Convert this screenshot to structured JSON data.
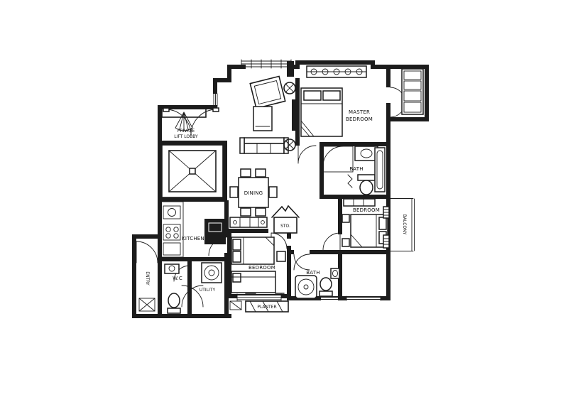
{
  "canvas": {
    "background": "#ffffff",
    "ink": "#1c1c1c"
  },
  "labels": {
    "lift_lobby_line1": "PRIVATE",
    "lift_lobby_line2": "LIFT LOBBY",
    "master_line1": "MASTER",
    "master_line2": "BEDROOM",
    "master_bath": "BATH",
    "bedroom_right": "BEDROOM",
    "bedroom_bottom": "BEDROOM",
    "bath_bottom": "BATH",
    "kitchen": "KITCHEN",
    "dining": "DINING",
    "wc": "W.C",
    "utility": "UTILITY",
    "entry": "ENTRY",
    "balcony": "BALCONY",
    "planter": "PLANTER",
    "storage": "STO."
  }
}
